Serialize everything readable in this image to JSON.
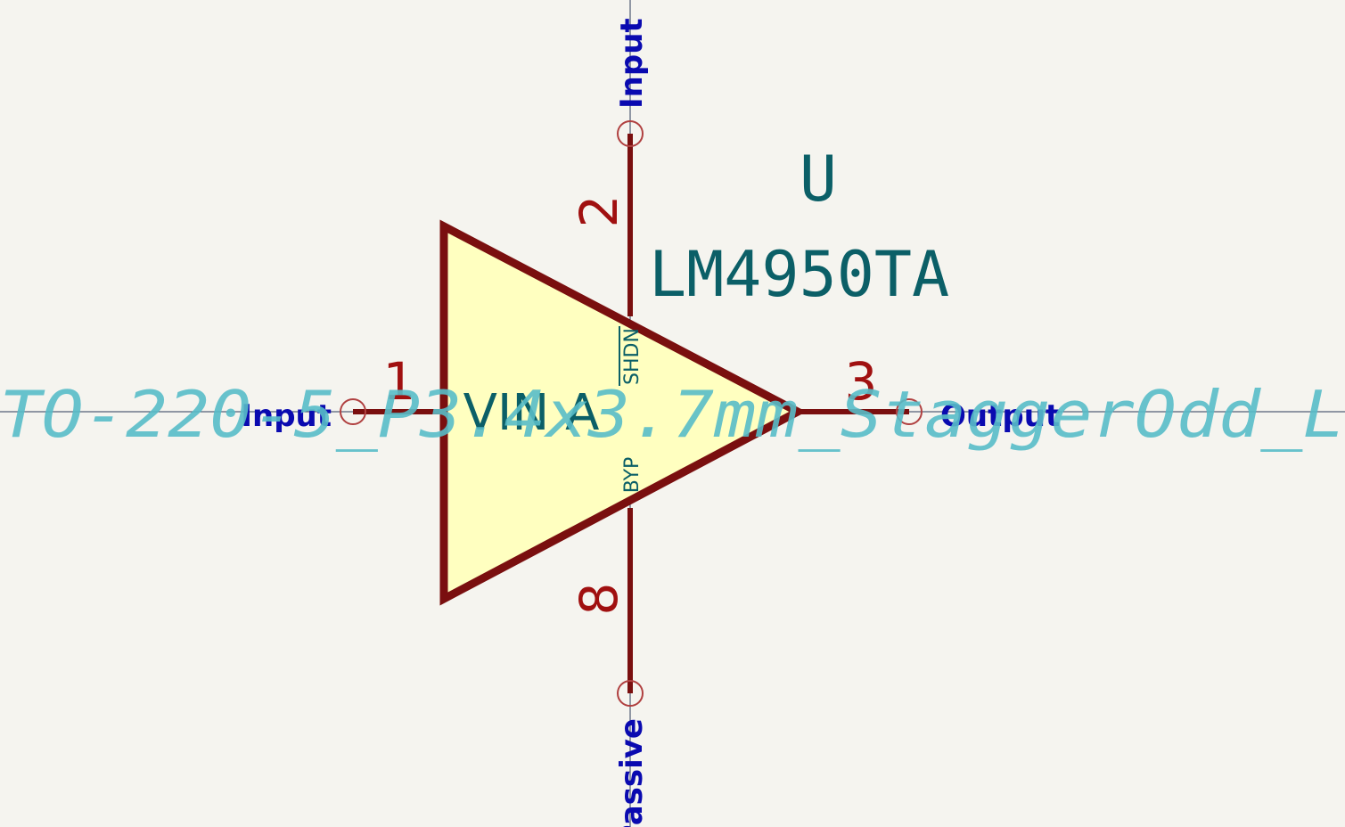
{
  "colors": {
    "background": "#f5f4ef",
    "body_outline": "#7a0f0f",
    "body_fill": "#ffffc0",
    "pin_line": "#7a0f0f",
    "pin_number": "#a01010",
    "pin_name": "#0b5f67",
    "net_label": "#0a0ab0",
    "ref_value": "#0b5f67",
    "footprint_overlay": "#58bcc8",
    "crosshair": "#2a3a5a",
    "pin_end_circle": "#b04040"
  },
  "component": {
    "reference": "U",
    "value": "LM4950TA",
    "body_label": "VIN A",
    "footprint_text": "TO-220-5_P3.4x3.7mm_StaggerOdd_L"
  },
  "pins": {
    "top": {
      "number": "2",
      "net_label": "Input",
      "name": ""
    },
    "left": {
      "number": "1",
      "net_label": "Input"
    },
    "right": {
      "number": "3",
      "net_label": "Output"
    },
    "bottom": {
      "number": "8",
      "net_label": "Passive",
      "name": "BYP"
    },
    "inner_top_name": "SHDN"
  }
}
